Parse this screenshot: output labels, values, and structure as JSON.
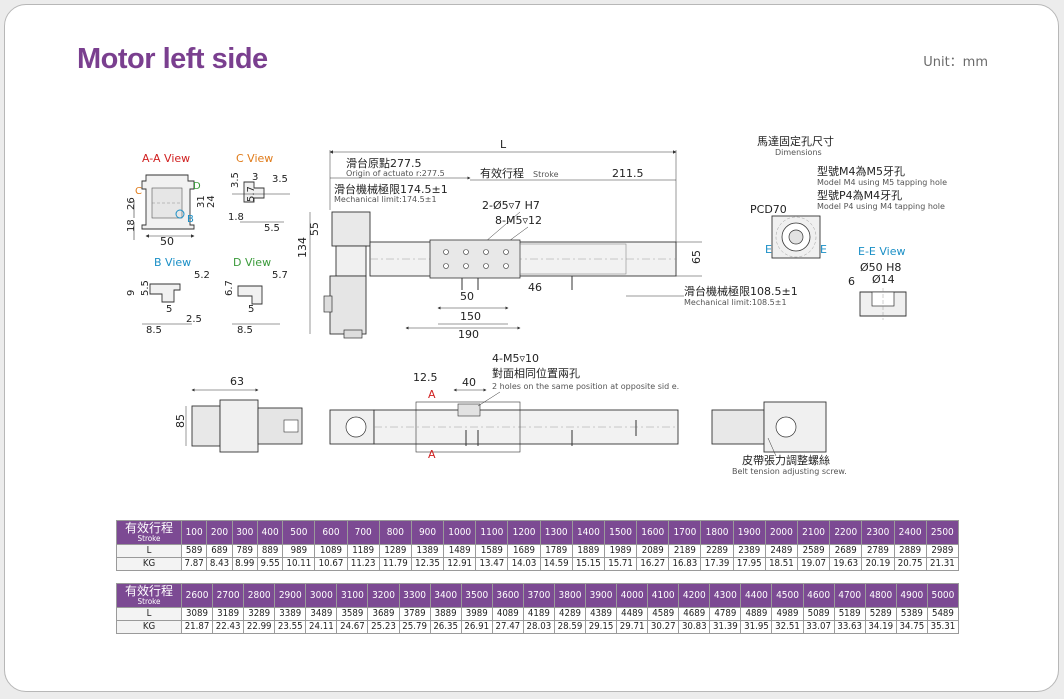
{
  "header": {
    "title": "Motor left side",
    "unit": "Unit：mm"
  },
  "labels": {
    "aa_view": "A-A View",
    "c_view": "C View",
    "b_view": "B View",
    "d_view": "D View",
    "ee_view": "E-E View",
    "c_mark": "C",
    "d_mark": "D",
    "b_mark": "B",
    "a_mark": "A",
    "e_mark": "E",
    "L": "L",
    "origin_cn": "滑台原點277.5",
    "origin_en": "Origin of actuato r:277.5",
    "stroke_cn": "有效行程",
    "stroke_en": "Stroke",
    "stroke_val": "211.5",
    "mech_cn": "滑台機械極限174.5±1",
    "mech_en": "Mechanical limit:174.5±1",
    "mech2_cn": "滑台機械極限108.5±1",
    "mech2_en": "Mechanical limit:108.5±1",
    "hole1": "2-Ø5▿7 H7",
    "hole2": "8-M5▿12",
    "motor_dims_cn": "馬達固定孔尺寸",
    "motor_dims_en": "Dimensions",
    "m4_cn": "型號M4為M5牙孔",
    "m4_en": "Model M4 using M5 tapping hole",
    "p4_cn": "型號P4為M4牙孔",
    "p4_en": "Model P4 using M4 tapping hole",
    "pcd": "PCD70",
    "ee_d1": "Ø50 H8",
    "ee_d2": "Ø14",
    "ee_6": "6",
    "m5_cn": "4-M5▿10",
    "m5_cn2": "對面相同位置兩孔",
    "m5_en": "2 holes on the same position at opposite sid e.",
    "belt_cn": "皮帶張力調整螺絲",
    "belt_en": "Belt tension adjusting screw."
  },
  "dims": {
    "d26": "26",
    "d18": "18",
    "d50": "50",
    "d31": "31",
    "d24": "24",
    "d3": "3",
    "d35a": "3.5",
    "d35b": "3.5",
    "d57": "5.7",
    "d18b": "1.8",
    "d55": "5.5",
    "d9": "9",
    "d55b": "5.5",
    "d52": "5.2",
    "d5": "5",
    "d25": "2.5",
    "d85": "8.5",
    "d67": "6.7",
    "d57b": "5.7",
    "d5b": "5",
    "d85b": "8.5",
    "d55c": "55",
    "d134": "134",
    "d50b": "50",
    "d150": "150",
    "d190": "190",
    "d46": "46",
    "d65": "65",
    "d63": "63",
    "d85c": "85",
    "d125": "12.5",
    "d40": "40"
  },
  "table": {
    "stroke_label": "有效行程",
    "stroke_label_en": "Stroke",
    "l_label": "L",
    "kg_label": "KG",
    "part1": {
      "stroke": [
        "100",
        "200",
        "300",
        "400",
        "500",
        "600",
        "700",
        "800",
        "900",
        "1000",
        "1100",
        "1200",
        "1300",
        "1400",
        "1500",
        "1600",
        "1700",
        "1800",
        "1900",
        "2000",
        "2100",
        "2200",
        "2300",
        "2400",
        "2500"
      ],
      "L": [
        "589",
        "689",
        "789",
        "889",
        "989",
        "1089",
        "1189",
        "1289",
        "1389",
        "1489",
        "1589",
        "1689",
        "1789",
        "1889",
        "1989",
        "2089",
        "2189",
        "2289",
        "2389",
        "2489",
        "2589",
        "2689",
        "2789",
        "2889",
        "2989"
      ],
      "KG": [
        "7.87",
        "8.43",
        "8.99",
        "9.55",
        "10.11",
        "10.67",
        "11.23",
        "11.79",
        "12.35",
        "12.91",
        "13.47",
        "14.03",
        "14.59",
        "15.15",
        "15.71",
        "16.27",
        "16.83",
        "17.39",
        "17.95",
        "18.51",
        "19.07",
        "19.63",
        "20.19",
        "20.75",
        "21.31"
      ]
    },
    "part2": {
      "stroke": [
        "2600",
        "2700",
        "2800",
        "2900",
        "3000",
        "3100",
        "3200",
        "3300",
        "3400",
        "3500",
        "3600",
        "3700",
        "3800",
        "3900",
        "4000",
        "4100",
        "4200",
        "4300",
        "4400",
        "4500",
        "4600",
        "4700",
        "4800",
        "4900",
        "5000"
      ],
      "L": [
        "3089",
        "3189",
        "3289",
        "3389",
        "3489",
        "3589",
        "3689",
        "3789",
        "3889",
        "3989",
        "4089",
        "4189",
        "4289",
        "4389",
        "4489",
        "4589",
        "4689",
        "4789",
        "4889",
        "4989",
        "5089",
        "5189",
        "5289",
        "5389",
        "5489"
      ],
      "KG": [
        "21.87",
        "22.43",
        "22.99",
        "23.55",
        "24.11",
        "24.67",
        "25.23",
        "25.79",
        "26.35",
        "26.91",
        "27.47",
        "28.03",
        "28.59",
        "29.15",
        "29.71",
        "30.27",
        "30.83",
        "31.39",
        "31.95",
        "32.51",
        "33.07",
        "33.63",
        "34.19",
        "34.75",
        "35.31"
      ]
    }
  },
  "colors": {
    "title": "#7a3f8f",
    "header_bg": "#7c4a93",
    "red": "#d02020",
    "orange": "#e07b1a",
    "green": "#3a9a3a",
    "blue": "#1a8fc6"
  }
}
